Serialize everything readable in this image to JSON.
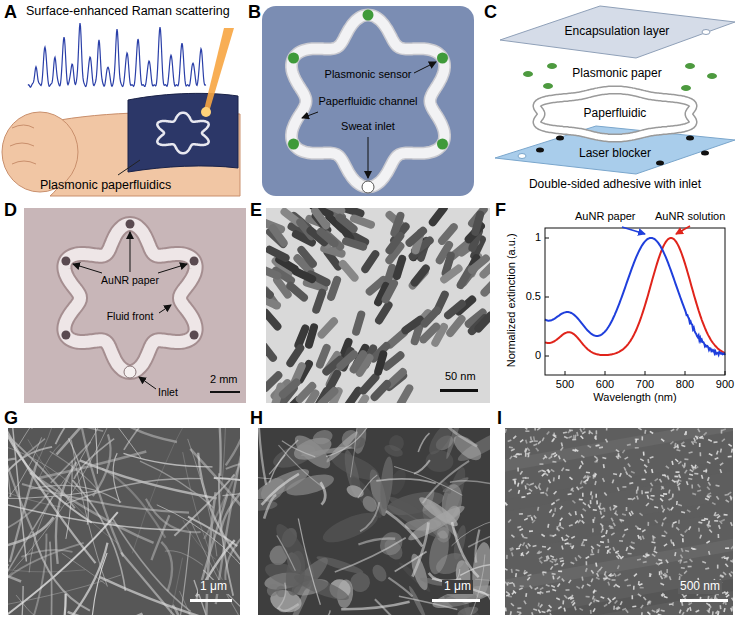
{
  "diagram": {
    "labels": [
      "A",
      "Surface-enhanced Raman scattering",
      "Plasmonic paperfluidics",
      "B",
      "Plasmonic sensor",
      "Paperfluidic channel",
      "Sweat inlet",
      "C",
      "Encapsulation layer",
      "Plasmonic paper",
      "Paperfluidic",
      "Laser blocker",
      "Double-sided adhesive with inlet",
      "D",
      "AuNR paper",
      "Fluid front",
      "Inlet",
      "2 mm",
      "E",
      "50 nm",
      "F",
      "Normalized extinction (a.u.)",
      "1",
      "0.5",
      "0",
      "500",
      "600",
      "700",
      "800",
      "900",
      "Wavelength (nm)",
      "AuNR paper",
      "AuNR solution",
      "G",
      "1 μm",
      "H",
      "1 μm",
      "I",
      "500 nm"
    ]
  }
}
